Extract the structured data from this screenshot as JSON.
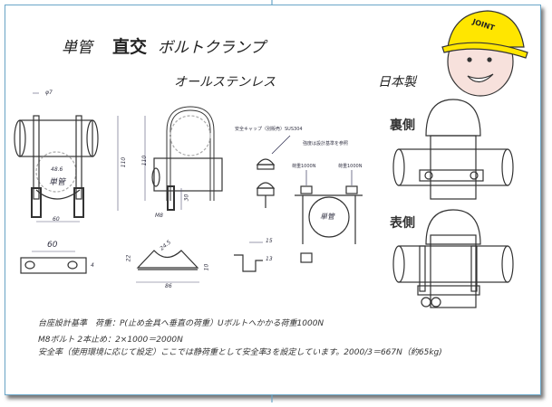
{
  "title": {
    "part1": "単管",
    "part2": "直交",
    "part3": "ボルトクランプ"
  },
  "subtitle": {
    "material": "オールステンレス",
    "origin": "日本製"
  },
  "logo": {
    "helmet_text": "JOINT"
  },
  "views": {
    "back": "裏側",
    "front": "表側"
  },
  "drawing": {
    "pipe_diameter": "48.6",
    "pipe_label": "単管",
    "pipe_label_2": "単管",
    "bolt_dia": "φ7",
    "width_dim": "60",
    "height_dim": "110",
    "side_height_dim": "110",
    "thread_dim": "M8",
    "thread_len": "30",
    "plate_width": "60",
    "plate_thk": "4",
    "saddle_radius": "24.5",
    "saddle_width": "86",
    "saddle_h1": "22",
    "saddle_h2": "10",
    "cap_dim1": "15",
    "cap_dim2": "13",
    "cap_label": "安全キャップ（別販売）SUS304",
    "strength_note": "強度は設計基準を参照",
    "load_left": "荷重1000N",
    "load_right": "荷重1000N"
  },
  "notes": [
    "台座設計基準　荷重：P(止め金具へ垂直の荷重）Uボルトへかかる荷重1000N",
    "M8ボルト 2本止め：2×1000＝2000N",
    "安全率（使用環境に応じて設定）ここでは静荷重として安全率3を設定しています。2000/3＝667N（約65kg)"
  ]
}
